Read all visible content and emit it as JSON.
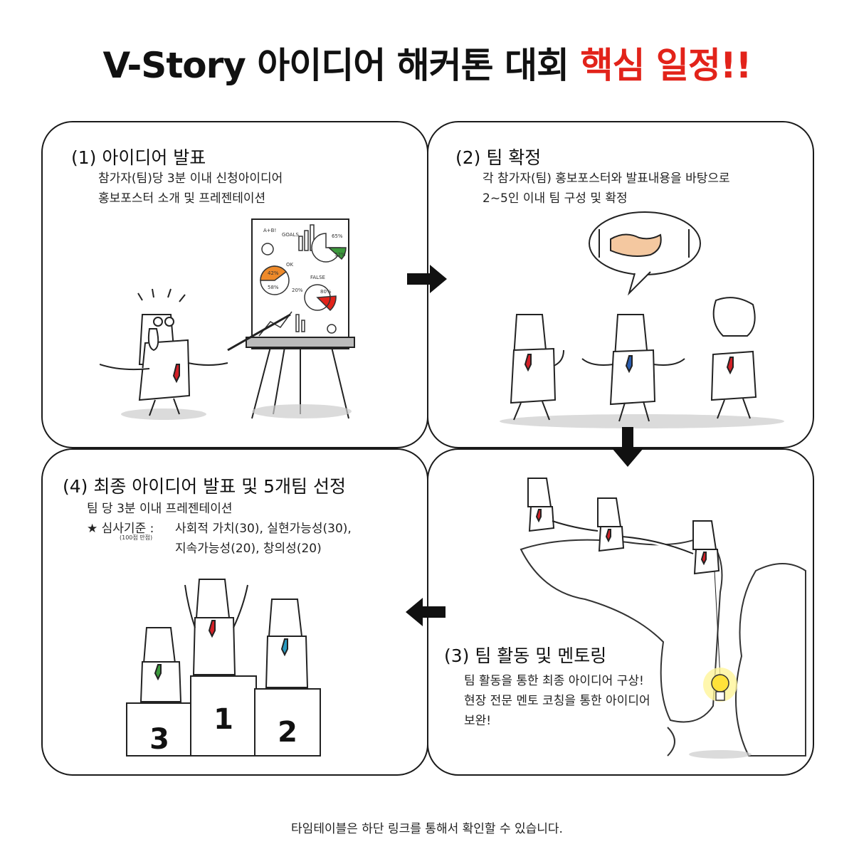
{
  "header": {
    "title_main": "V-Story 아이디어 해커톤 대회",
    "title_accent": "핵심 일정!!"
  },
  "steps": {
    "step1": {
      "title": "(1) 아이디어 발표",
      "line1": "참가자(팀)당 3분 이내 신청아이디어",
      "line2": "홍보포스터 소개 및 프레젠테이션"
    },
    "step2": {
      "title": "(2) 팀 확정",
      "line1": "각 참가자(팀) 홍보포스터와 발표내용을 바탕으로",
      "line2": "2~5인 이내 팀 구성 및 확정"
    },
    "step3": {
      "title": "(3) 팀 활동 및 멘토링",
      "line1": "팀 활동을 통한 최종 아이디어 구상!",
      "line2": "현장 전문 멘토 코칭을 통한 아이디어",
      "line3": "보완!"
    },
    "step4": {
      "title": "(4) 최종 아이디어 발표 및 5개팀 선정",
      "line1": "팀 당 3분 이내 프레젠테이션",
      "criteria_label": "★ 심사기준 :",
      "criteria_note": "(100점 만점)",
      "criteria_line1": "사회적 가치(30), 실현가능성(30),",
      "criteria_line2": "지속가능성(20), 창의성(20)"
    }
  },
  "chart_labels": {
    "goals": "GOALS",
    "ok": "OK",
    "false_label": "FALSE",
    "formula": "A+B!",
    "pct_65": "65%",
    "pct_32": "32%",
    "pct_42": "42%",
    "pct_58": "58%",
    "pct_20": "20%",
    "pct_80": "80%"
  },
  "podium": {
    "first": "1",
    "second": "2",
    "third": "3"
  },
  "footer": {
    "text": "타임테이블은 하단 링크를 통해서 확인할 수 있습니다."
  },
  "colors": {
    "accent": "#e2231a",
    "border": "#1a1a1a",
    "tie_red": "#d32027",
    "tie_blue": "#2a5db0",
    "tie_green": "#3c9a3c",
    "tie_teal": "#2a9ac0"
  }
}
